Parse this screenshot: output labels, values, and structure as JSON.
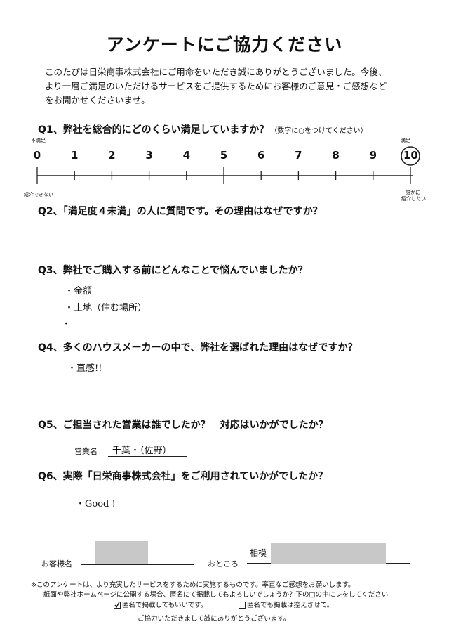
{
  "title": "アンケートにご協力ください",
  "intro": [
    "このたびは日栄商事株式会社にご用命をいただき誠にありがとうございました。今後、",
    "より一層ご満足のいただけるサービスをご提供するためにお客様のご意見・ご感想など",
    "をお聞かせくださいませ。"
  ],
  "q1": {
    "label": "Q1、弊社を総合的にどのくらい満足していますか？",
    "note": "（数字に○をつけてください）"
  },
  "scale": {
    "numbers": [
      "0",
      "1",
      "2",
      "3",
      "4",
      "5",
      "6",
      "7",
      "8",
      "9",
      "10"
    ],
    "left_top": "不満足",
    "right_top": "満足",
    "left_bottom": "紹介できない",
    "right_bottom_1": "誰かに",
    "right_bottom_2": "紹介したい",
    "selected": "10"
  },
  "q2": {
    "label": "Q2、「満足度４未満」の人に質問です。その理由はなぜですか？"
  },
  "q3": {
    "label": "Q3、弊社でご購入する前にどんなことで悩んでいましたか？",
    "answers": [
      "・金額",
      "・土地（住む場所）",
      "・"
    ]
  },
  "q4": {
    "label": "Q4、多くのハウスメーカーの中で、弊社を選ばれた理由はなぜですか？",
    "answer": "・直感!!"
  },
  "q5": {
    "label": "Q5、ご担当された営業は誰でしたか？　対応はいかがでしたか？",
    "sales_label": "営業名",
    "sales_value": "千葉・（佐野）"
  },
  "q6": {
    "label": "Q6、実際「日栄商事株式会社」をご利用されていかがでしたか？",
    "answer": "・Good !"
  },
  "signature": {
    "name_label": "お客様名",
    "address_label": "おところ",
    "address_prefix": "相模"
  },
  "footer": {
    "line1": "※このアンケートは、より充実したサービスをするために実施するものです。率直なご感想をお願いします。",
    "line2": "紙面や弊社ホームページに公開する場合、匿名にて掲載してもよろしいでしょうか？下の□の中にレをしてください",
    "opt1": "匿名で掲載してもいいです。",
    "opt2": "匿名でも掲載は控えさせて。",
    "thanks": "ご協力いただきまして誠にありがとうございます。"
  }
}
